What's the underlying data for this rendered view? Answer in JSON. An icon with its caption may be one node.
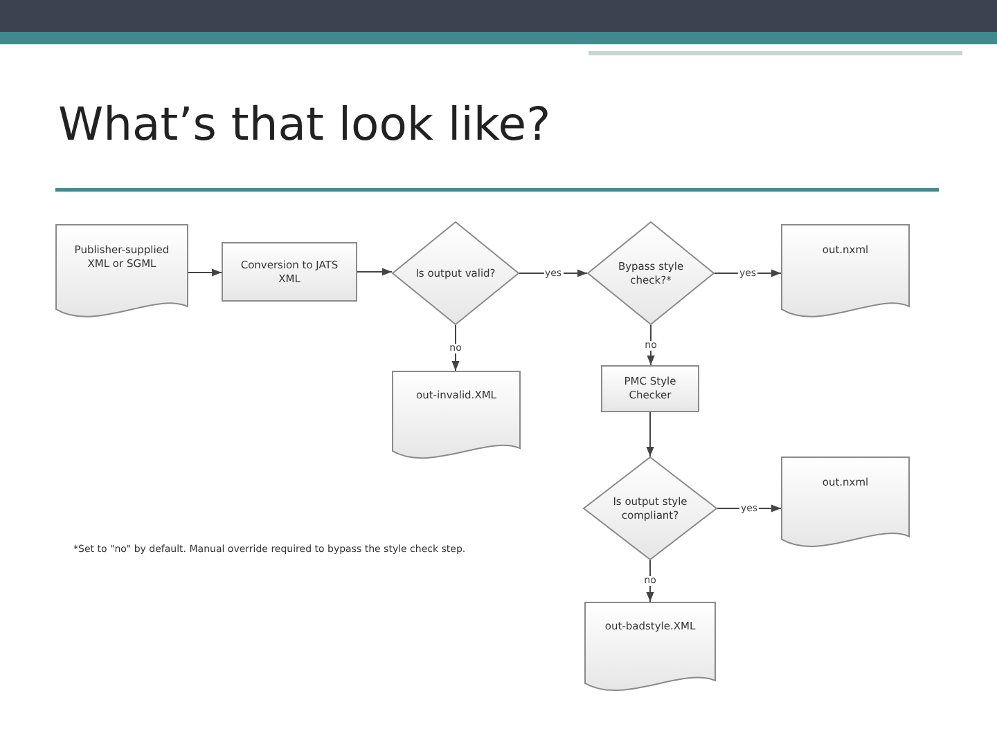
{
  "diagram": {
    "title": "What’s that look like?",
    "nodes": [
      {
        "text": [
          "Publisher-supplied XML or SGML"
        ]
      },
      {
        "text": [
          "Conversion to JATS XML"
        ]
      },
      {
        "text": [
          "Is output valid?"
        ]
      },
      {
        "text": [
          "Bypass style check?*"
        ]
      },
      {
        "text": [
          "out.nxml"
        ]
      },
      {
        "text": [
          "out-invalid.XML"
        ]
      },
      {
        "text": [
          "PMC Style Checker"
        ]
      },
      {
        "text": [
          "Is output style compliant?"
        ]
      },
      {
        "text": [
          "out.nxml"
        ]
      },
      {
        "text": [
          "out-badstyle.XML"
        ]
      }
    ],
    "edges": [
      {
        "from": 0,
        "to": 1,
        "arrow": "to"
      },
      {
        "from": 1,
        "to": 2,
        "arrow": "to"
      },
      {
        "from": 2,
        "to": 3,
        "arrow": "to",
        "label": "yes"
      },
      {
        "from": 3,
        "to": 4,
        "arrow": "to",
        "label": "yes"
      },
      {
        "from": 2,
        "to": 5,
        "arrow": "to",
        "label": "no"
      },
      {
        "from": 3,
        "to": 6,
        "arrow": "to",
        "label": "no"
      },
      {
        "from": 6,
        "to": 7,
        "arrow": "to"
      },
      {
        "from": 7,
        "to": 8,
        "arrow": "to",
        "label": "yes"
      },
      {
        "from": 7,
        "to": 9,
        "arrow": "to",
        "label": "no"
      }
    ],
    "labels": [
      "*Set to \"no\" by default. Manual override required to bypass the style check step."
    ]
  }
}
